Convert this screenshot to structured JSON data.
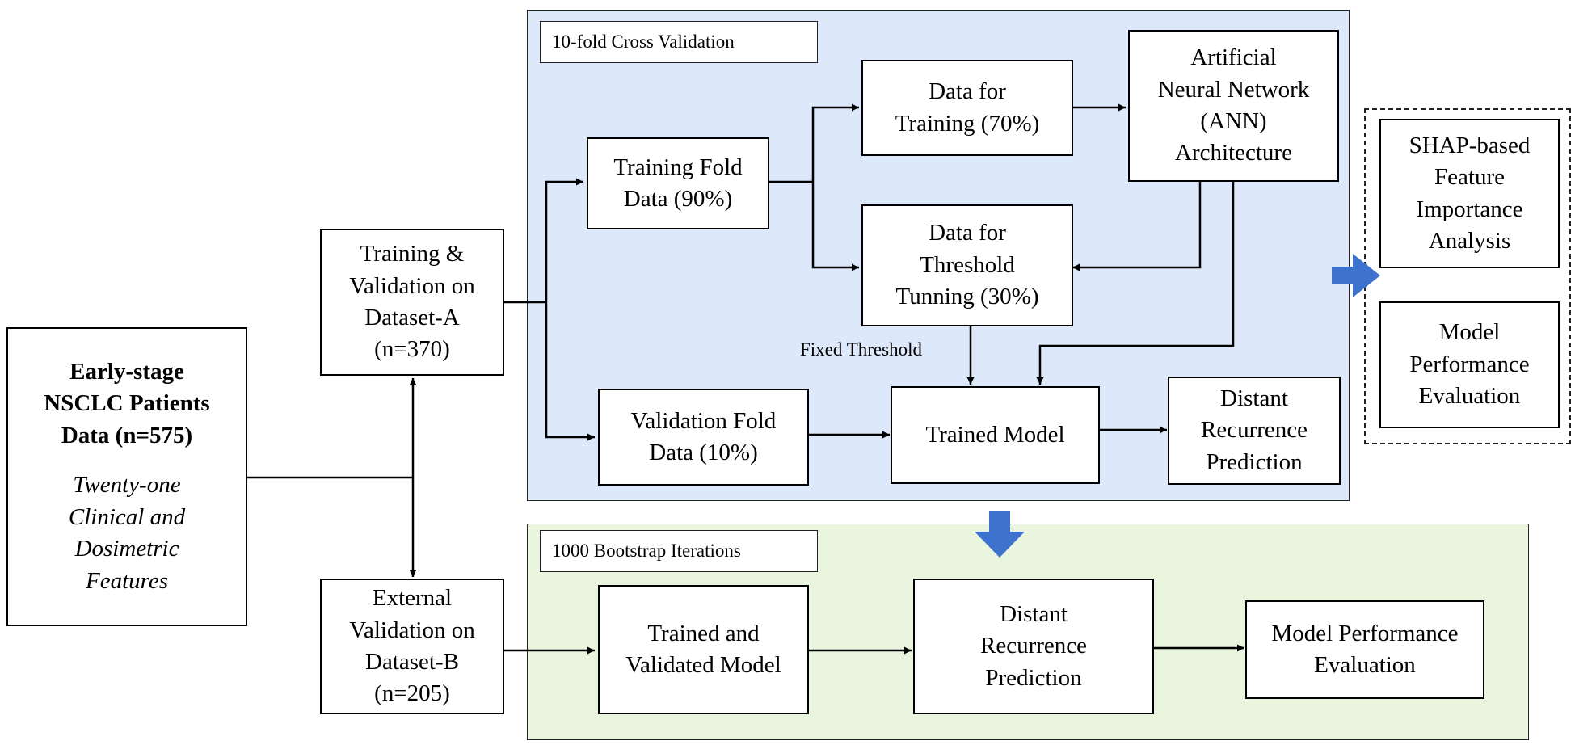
{
  "patients_box": {
    "title_lines": [
      "Early-stage",
      "NSCLC Patients",
      "Data (n=575)"
    ],
    "subtitle_lines": [
      "Twenty-one",
      "Clinical and",
      "Dosimetric",
      "Features"
    ]
  },
  "dataset_a_box": {
    "lines": [
      "Training &",
      "Validation on",
      "Dataset-A",
      "(n=370)"
    ]
  },
  "dataset_b_box": {
    "lines": [
      "External",
      "Validation on",
      "Dataset-B",
      "(n=205)"
    ]
  },
  "cross_validation": {
    "label": "10-fold Cross Validation",
    "training_fold": [
      "Training Fold",
      "Data (90%)"
    ],
    "validation_fold": [
      "Validation Fold",
      "Data (10%)"
    ],
    "data_training": [
      "Data for",
      "Training (70%)"
    ],
    "data_threshold": [
      "Data for",
      "Threshold",
      "Tunning (30%)"
    ],
    "ann": [
      "Artificial",
      "Neural Network",
      "(ANN)",
      "Architecture"
    ],
    "fixed_threshold": "Fixed Threshold",
    "trained_model": [
      "Trained Model"
    ],
    "prediction": [
      "Distant",
      "Recurrence",
      "Prediction"
    ]
  },
  "analysis_panel": {
    "shap": [
      "SHAP-based",
      "Feature",
      "Importance",
      "Analysis"
    ],
    "performance": [
      "Model",
      "Performance",
      "Evaluation"
    ]
  },
  "bootstrap": {
    "label": "1000 Bootstrap Iterations",
    "trained_validated": [
      "Trained and",
      "Validated Model"
    ],
    "prediction": [
      "Distant",
      "Recurrence",
      "Prediction"
    ],
    "performance": [
      "Model Performance",
      "Evaluation"
    ]
  },
  "colors": {
    "blue_panel": "#dde8fb",
    "green_panel": "#eaf5e0",
    "arrow_blue": "#3d72cf"
  }
}
